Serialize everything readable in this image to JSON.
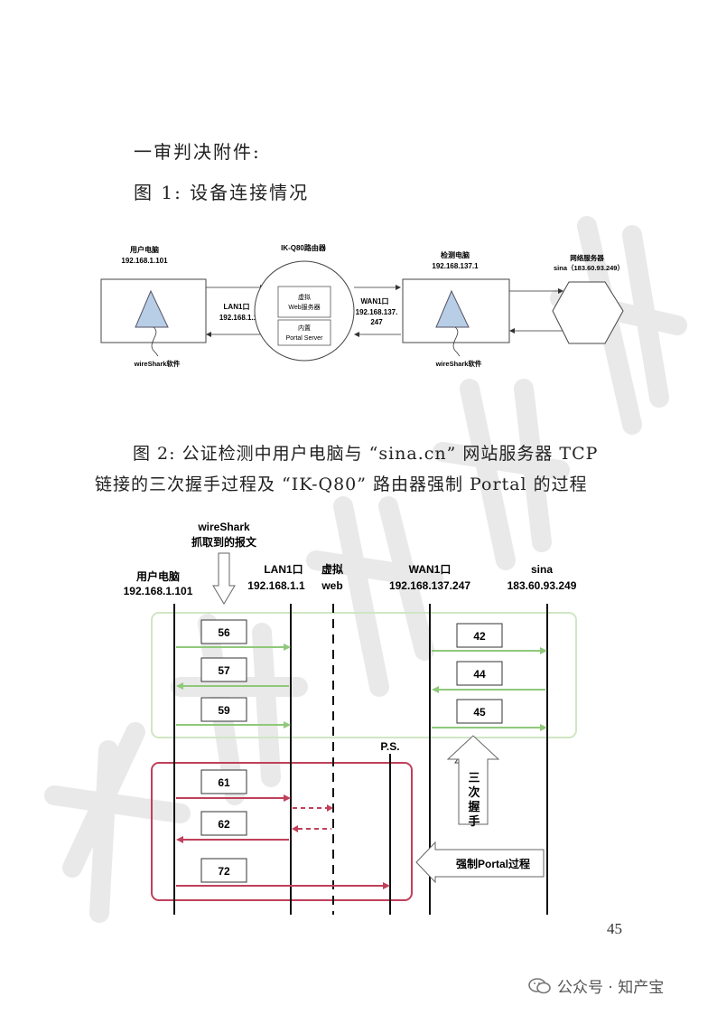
{
  "heading1": "一审判决附件:",
  "heading2": "图 1: 设备连接情况",
  "fig1": {
    "user_pc_label": "用户电脑",
    "user_pc_ip": "192.168.1.101",
    "router_label": "IK-Q80路由器",
    "virtual_web_line1": "虚拟",
    "virtual_web_line2": "Web服务器",
    "portal_line1": "内置",
    "portal_line2": "Portal Server",
    "lan_label": "LAN1口",
    "lan_ip": "192.168.1.1",
    "wan_label": "WAN1口",
    "wan_ip_line1": "192.168.137.",
    "wan_ip_line2": "247",
    "detect_pc_label": "检测电脑",
    "detect_pc_ip": "192.168.137.1",
    "net_server_label": "网络服务器",
    "net_server_ip": "sina（183.60.93.249）",
    "wireshark_left": "wireShark软件",
    "wireshark_right": "wireShark软件"
  },
  "para2_line1": "图 2: 公证检测中用户电脑与 “sina.cn” 网站服务器 TCP",
  "para2_line2": "链接的三次握手过程及 “IK-Q80” 路由器强制 Portal 的过程",
  "fig2": {
    "wireshark_title_line1": "wireShark",
    "wireshark_title_line2": "抓取到的报文",
    "col_user": "用户电脑",
    "col_user_ip": "192.168.1.101",
    "col_lan": "LAN1口",
    "col_lan_ip": "192.168.1.1",
    "col_web_line1": "虚拟",
    "col_web_line2": "web",
    "col_wan": "WAN1口",
    "col_wan_ip": "192.168.137.247",
    "col_sina": "sina",
    "col_sina_ip": "183.60.93.249",
    "ps_label": "P.S.",
    "packets_left": [
      "56",
      "57",
      "59"
    ],
    "packets_right": [
      "42",
      "44",
      "45"
    ],
    "packets_red": [
      "61",
      "62",
      "72"
    ],
    "handshake_label": [
      "三",
      "次",
      "握",
      "手"
    ],
    "portal_label": "强制Portal过程"
  },
  "page_number": "45",
  "footer_text": "公众号 · 知产宝",
  "colors": {
    "green": "#8fc97a",
    "red": "#c0405a",
    "triangle": "#b8cde6"
  }
}
